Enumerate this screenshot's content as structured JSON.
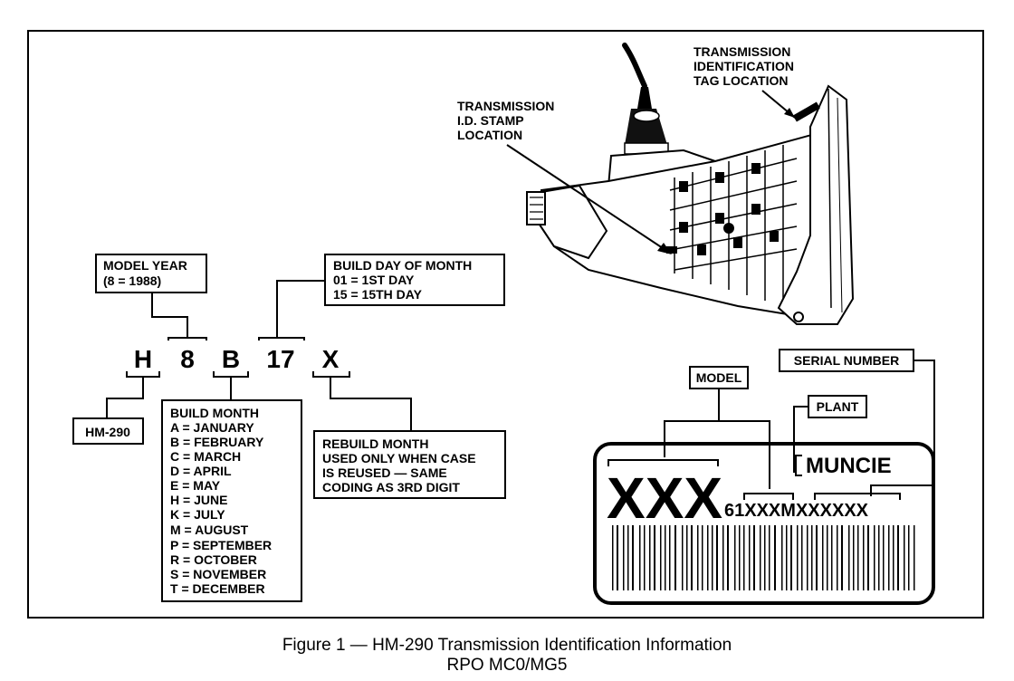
{
  "callouts": {
    "tag_location": [
      "TRANSMISSION",
      "IDENTIFICATION",
      "TAG LOCATION"
    ],
    "stamp_location": [
      "TRANSMISSION",
      "I.D. STAMP",
      "LOCATION"
    ]
  },
  "code": {
    "chars": [
      "H",
      "8",
      "B",
      "17",
      "X"
    ]
  },
  "model_year": [
    "MODEL YEAR",
    "(8 = 1988)"
  ],
  "build_day": [
    "BUILD DAY OF MONTH",
    "01  =  1ST DAY",
    "15  =  15TH DAY"
  ],
  "model_label": "HM-290",
  "build_month": {
    "title": "BUILD MONTH",
    "items": [
      "A = JANUARY",
      "B = FEBRUARY",
      "C = MARCH",
      "D = APRIL",
      "E = MAY",
      "H = JUNE",
      "K = JULY",
      "M =  AUGUST",
      "P = SEPTEMBER",
      "R = OCTOBER",
      "S = NOVEMBER",
      "T = DECEMBER"
    ]
  },
  "rebuild_month": [
    "REBUILD MONTH",
    "USED ONLY WHEN CASE",
    "IS REUSED — SAME",
    "CODING AS 3RD DIGIT"
  ],
  "tag": {
    "model_box": "MODEL",
    "plant_box": "PLANT",
    "serial_box": "SERIAL NUMBER",
    "big_model": "XXX",
    "plant_name": "MUNCIE",
    "serial_prefix": "61",
    "serial_model": "XXX",
    "serial_plant": "M",
    "serial_number": "XXXXXX"
  },
  "caption": {
    "line1": "Figure 1  —  HM-290 Transmission Identification Information",
    "line2": "RPO MC0/MG5"
  }
}
